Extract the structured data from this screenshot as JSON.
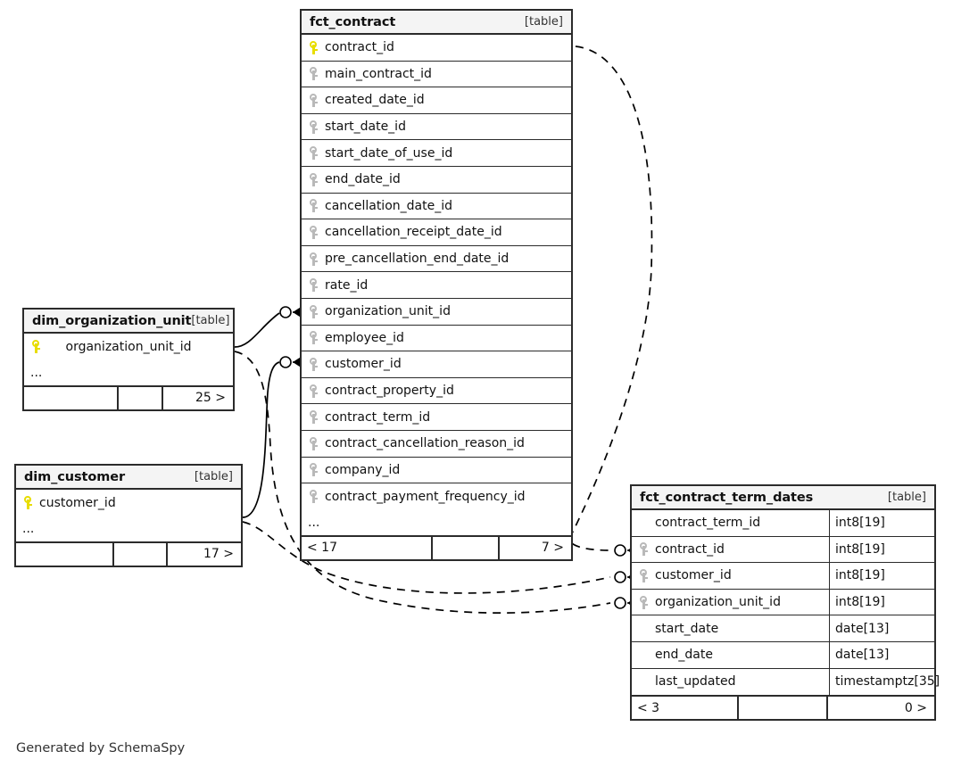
{
  "footnote": "Generated by SchemaSpy",
  "table_tag": "[table]",
  "ellipsis": "...",
  "colors": {
    "primary_key": "#e8dd00",
    "foreign_key": "#b9b9b9",
    "border": "#2b2b2b",
    "header_bg": "#f4f4f4"
  },
  "tables": {
    "fct_contract": {
      "name": "fct_contract",
      "tag": "[table]",
      "columns": [
        {
          "name": "contract_id",
          "key": "pk"
        },
        {
          "name": "main_contract_id",
          "key": "fk"
        },
        {
          "name": "created_date_id",
          "key": "fk"
        },
        {
          "name": "start_date_id",
          "key": "fk"
        },
        {
          "name": "start_date_of_use_id",
          "key": "fk"
        },
        {
          "name": "end_date_id",
          "key": "fk"
        },
        {
          "name": "cancellation_date_id",
          "key": "fk"
        },
        {
          "name": "cancellation_receipt_date_id",
          "key": "fk"
        },
        {
          "name": "pre_cancellation_end_date_id",
          "key": "fk"
        },
        {
          "name": "rate_id",
          "key": "fk"
        },
        {
          "name": "organization_unit_id",
          "key": "fk"
        },
        {
          "name": "employee_id",
          "key": "fk"
        },
        {
          "name": "customer_id",
          "key": "fk"
        },
        {
          "name": "contract_property_id",
          "key": "fk"
        },
        {
          "name": "contract_term_id",
          "key": "fk"
        },
        {
          "name": "contract_cancellation_reason_id",
          "key": "fk"
        },
        {
          "name": "company_id",
          "key": "fk"
        },
        {
          "name": "contract_payment_frequency_id",
          "key": "fk"
        }
      ],
      "more_indicator": "...",
      "footer": {
        "left": "< 17",
        "middle": "",
        "right": "7 >"
      }
    },
    "fct_contract_term_dates": {
      "name": "fct_contract_term_dates",
      "tag": "[table]",
      "columns": [
        {
          "name": "contract_term_id",
          "type": "int8[19]",
          "key": "none"
        },
        {
          "name": "contract_id",
          "type": "int8[19]",
          "key": "fk"
        },
        {
          "name": "customer_id",
          "type": "int8[19]",
          "key": "fk"
        },
        {
          "name": "organization_unit_id",
          "type": "int8[19]",
          "key": "fk"
        },
        {
          "name": "start_date",
          "type": "date[13]",
          "key": "none"
        },
        {
          "name": "end_date",
          "type": "date[13]",
          "key": "none"
        },
        {
          "name": "last_updated",
          "type": "timestamptz[35]",
          "key": "none"
        }
      ],
      "footer": {
        "left": "< 3",
        "middle": "",
        "right": "0 >"
      }
    },
    "dim_organization_unit": {
      "name": "dim_organization_unit",
      "tag": "[table]",
      "columns": [
        {
          "name": "organization_unit_id",
          "key": "pk"
        }
      ],
      "more_indicator": "...",
      "footer": {
        "left": "",
        "middle": "",
        "right": "25 >"
      }
    },
    "dim_customer": {
      "name": "dim_customer",
      "tag": "[table]",
      "columns": [
        {
          "name": "customer_id",
          "key": "pk"
        }
      ],
      "more_indicator": "...",
      "footer": {
        "left": "",
        "middle": "",
        "right": "17 >"
      }
    }
  },
  "relationships": [
    {
      "from": "dim_organization_unit.organization_unit_id",
      "to": "fct_contract.organization_unit_id",
      "style": "solid"
    },
    {
      "from": "dim_customer.customer_id",
      "to": "fct_contract.customer_id",
      "style": "solid"
    },
    {
      "from": "fct_contract.contract_id",
      "to": "fct_contract_term_dates.contract_id",
      "style": "dashed"
    },
    {
      "from": "dim_customer.customer_id",
      "to": "fct_contract_term_dates.customer_id",
      "style": "dashed"
    },
    {
      "from": "dim_organization_unit.organization_unit_id",
      "to": "fct_contract_term_dates.organization_unit_id",
      "style": "dashed"
    }
  ]
}
